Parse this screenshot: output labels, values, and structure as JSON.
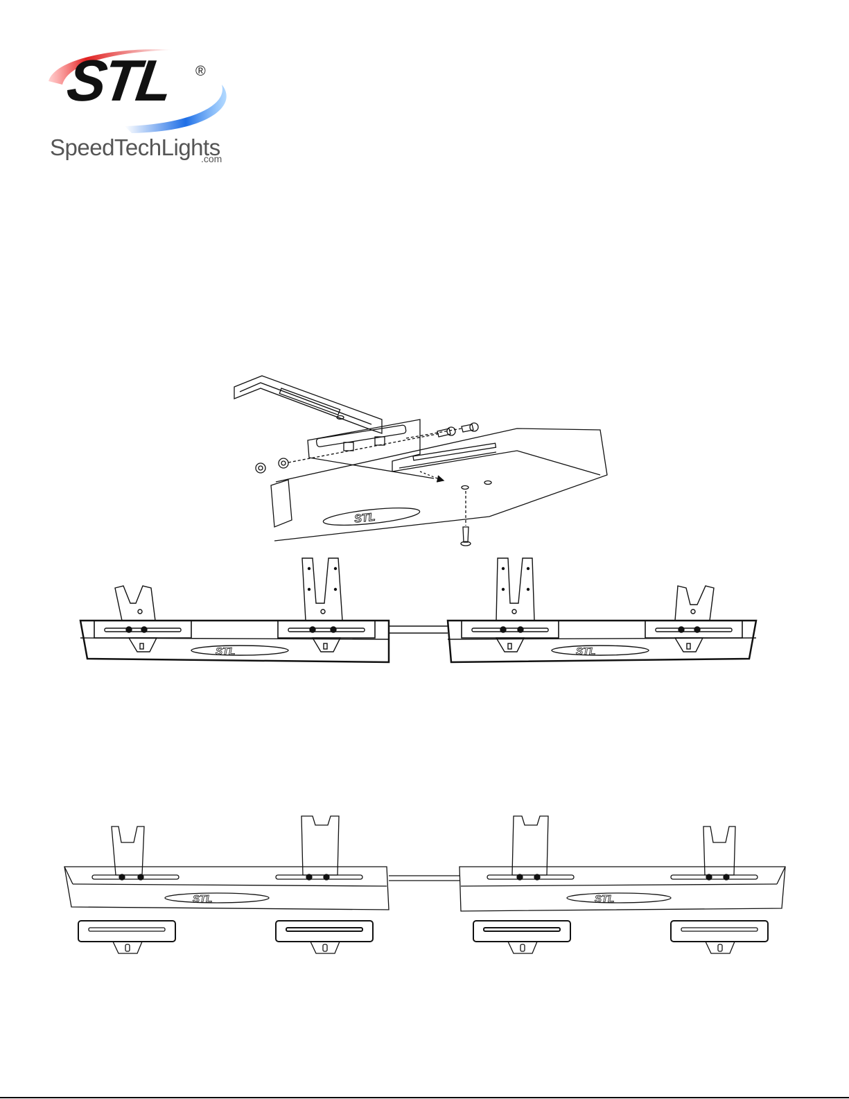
{
  "logo": {
    "mark_text": "STL",
    "registered_symbol": "®",
    "brand_name": "SpeedTechLights",
    "domain_suffix": ".com",
    "swoosh_colors": {
      "red": "#e02020",
      "blue": "#1e6ee6"
    }
  },
  "diagrams": {
    "bracket_detail": {
      "icon": "bracket-install-detail",
      "badge_text": "STL"
    },
    "top_assembly": {
      "icon": "two-bar-assembly-with-tall-brackets",
      "badge_text": "STL"
    },
    "bottom_assembly": {
      "icon": "two-bar-assembly-with-loose-brackets",
      "badge_text": "STL"
    }
  }
}
